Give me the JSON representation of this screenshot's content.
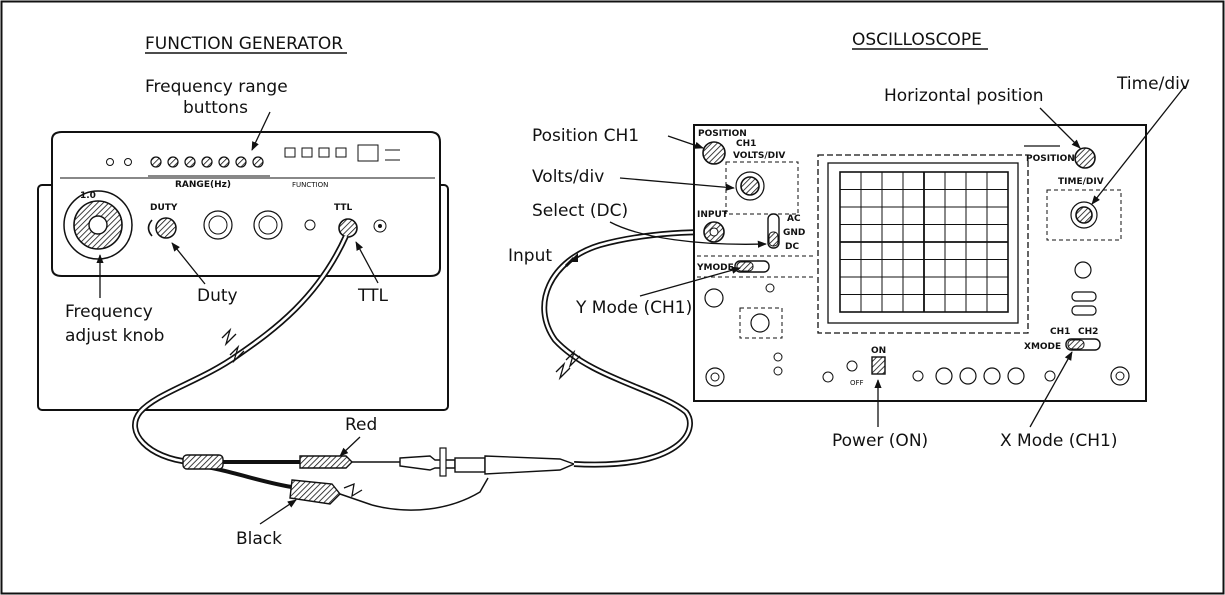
{
  "titles": {
    "function_generator": "FUNCTION GENERATOR",
    "oscilloscope": "OSCILLOSCOPE"
  },
  "fg_labels": {
    "frequency_range_line1": "Frequency range",
    "frequency_range_line2": "buttons",
    "frequency_adjust_line1": "Frequency",
    "frequency_adjust_line2": "adjust knob",
    "duty": "Duty",
    "ttl": "TTL"
  },
  "fg_panel": {
    "range": "RANGE(Hz)",
    "duty": "DUTY",
    "ttl": "TTL",
    "dial_top": "1.0",
    "function": "FUNCTION"
  },
  "cable_labels": {
    "red": "Red",
    "black": "Black",
    "input": "Input"
  },
  "osc_labels": {
    "position_ch1": "Position CH1",
    "volts_div": "Volts/div",
    "select_dc": "Select (DC)",
    "y_mode": "Y Mode (CH1)",
    "horizontal_position": "Horizontal position",
    "time_div": "Time/div",
    "power_on": "Power (ON)",
    "x_mode": "X Mode (CH1)"
  },
  "osc_panel": {
    "position": "POSITION",
    "ch1": "CH1",
    "volts_div": "VOLTS/DIV",
    "input": "INPUT",
    "ac": "AC",
    "gnd": "GND",
    "dc": "DC",
    "ymode": "YMODE",
    "position_h": "POSITION",
    "time_div": "TIME/DIV",
    "ch2": "CH2",
    "xmode": "XMODE",
    "on": "ON",
    "off": "OFF"
  }
}
